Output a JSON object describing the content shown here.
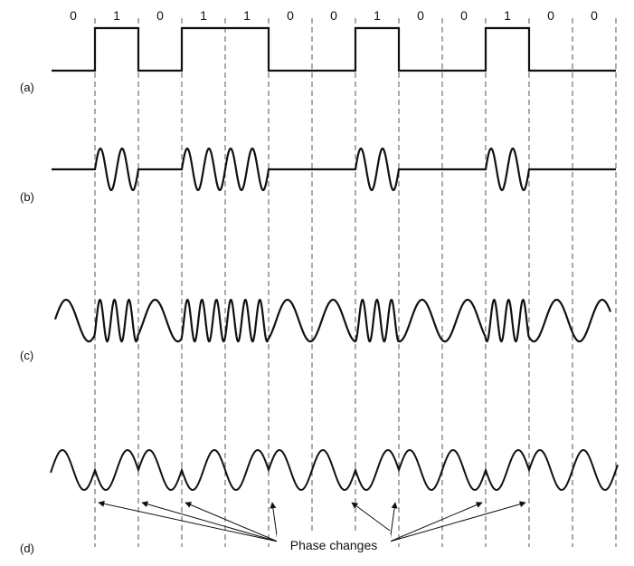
{
  "bits": [
    "0",
    "1",
    "0",
    "1",
    "1",
    "0",
    "0",
    "1",
    "0",
    "0",
    "1",
    "0",
    "0"
  ],
  "row_labels": [
    "(a)",
    "(b)",
    "(c)",
    "(d)"
  ],
  "annotation": "Phase changes",
  "colors": {
    "ink": "#111111",
    "guide": "#555555",
    "background": "#ffffff"
  }
}
